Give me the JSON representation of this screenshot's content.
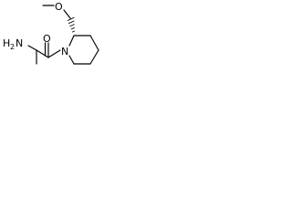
{
  "molecule": {
    "atoms": {
      "nitrogen_ring": "N",
      "oxygen_carbonyl": "O",
      "oxygen_ether": "O",
      "amine_prefix": "H",
      "amine_subscript": "2",
      "amine_suffix": "N"
    },
    "bond_line_color": "#000000"
  }
}
